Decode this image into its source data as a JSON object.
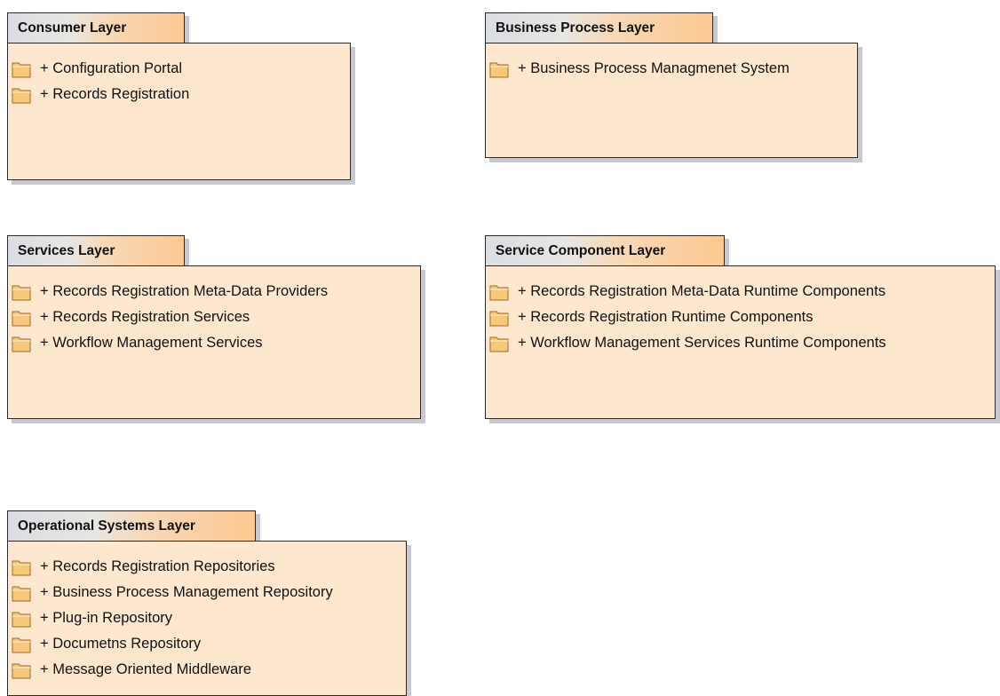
{
  "packages": {
    "consumer": {
      "title": "Consumer Layer",
      "items": [
        "+ Configuration Portal",
        "+ Records Registration"
      ]
    },
    "business": {
      "title": "Business Process Layer",
      "items": [
        "+ Business Process Managmenet System"
      ]
    },
    "services": {
      "title": "Services Layer",
      "items": [
        "+ Records Registration Meta-Data Providers",
        "+ Records Registration Services",
        "+ Workflow Management Services"
      ]
    },
    "component": {
      "title": "Service Component Layer",
      "items": [
        "+ Records Registration Meta-Data Runtime Components",
        "+ Records Registration Runtime Components",
        "+ Workflow Management Services Runtime Components"
      ]
    },
    "operational": {
      "title": "Operational Systems Layer",
      "items": [
        "+ Records Registration Repositories",
        "+ Business Process Management Repository",
        "+ Plug-in Repository",
        "+ Documetns Repository",
        "+ Message Oriented Middleware"
      ]
    }
  },
  "colors": {
    "package_fill": "#fde7cf",
    "tab_accent": "#fcc892",
    "folder": "#f8c87a"
  },
  "icons": {
    "item_icon": "folder-icon"
  }
}
